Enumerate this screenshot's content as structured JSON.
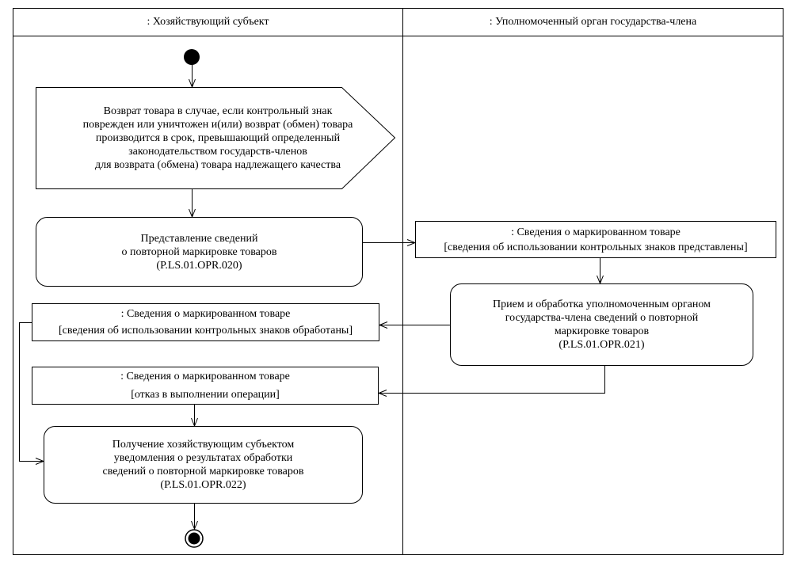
{
  "lanes": [
    {
      "title": ": Хозяйствующий субъект"
    },
    {
      "title": ": Уполномоченный орган государства-члена"
    }
  ],
  "nodes": {
    "signal": {
      "lines": [
        "Возврат товара в случае, если контрольный знак",
        "поврежден или уничтожен и(или) возврат (обмен) товара",
        "производится в срок, превышающий определенный",
        "законодательством государств-членов",
        "для возврата (обмена) товара надлежащего качества"
      ]
    },
    "action1": {
      "lines": [
        "Представление сведений",
        "о повторной маркировке товаров",
        "(P.LS.01.OPR.020)"
      ]
    },
    "object_submitted": {
      "lines": [
        ": Сведения о маркированном товаре",
        "[сведения об использовании контрольных знаков представлены]"
      ]
    },
    "action2": {
      "lines": [
        "Прием и обработка уполномоченным органом",
        "государства-члена сведений о повторной",
        "маркировке товаров",
        "(P.LS.01.OPR.021)"
      ]
    },
    "object_processed": {
      "lines": [
        ": Сведения о маркированном товаре",
        "[сведения об использовании контрольных знаков обработаны]"
      ]
    },
    "object_refused": {
      "lines": [
        ": Сведения о маркированном товаре",
        "[отказ в выполнении операции]"
      ]
    },
    "action3": {
      "lines": [
        "Получение хозяйствующим субъектом",
        "уведомления о результатах обработки",
        "сведений о повторной маркировке товаров",
        "(P.LS.01.OPR.022)"
      ]
    }
  }
}
